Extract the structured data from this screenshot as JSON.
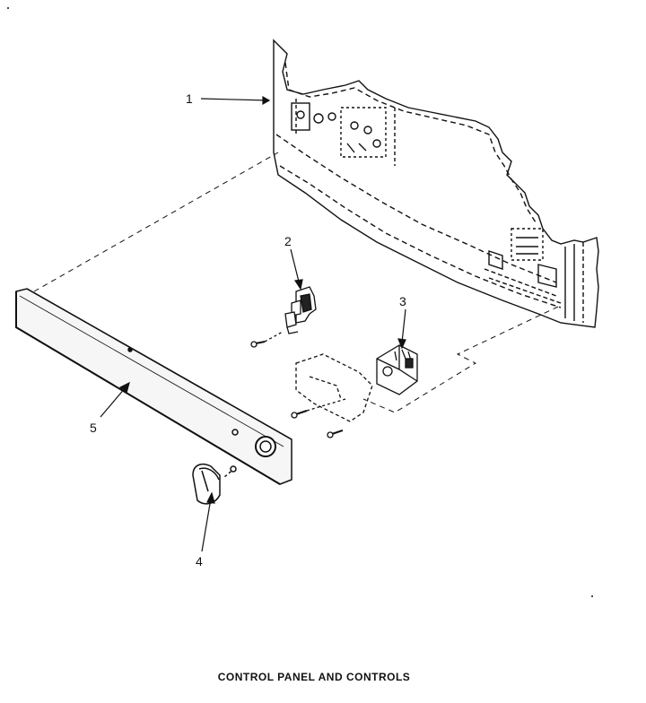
{
  "caption": "CONTROL PANEL AND CONTROLS",
  "callouts": [
    {
      "id": "1",
      "label": "1"
    },
    {
      "id": "2",
      "label": "2"
    },
    {
      "id": "3",
      "label": "3"
    },
    {
      "id": "4",
      "label": "4"
    },
    {
      "id": "5",
      "label": "5"
    }
  ],
  "colors": {
    "ink": "#111111",
    "panel_fill": "#f6f6f6"
  }
}
